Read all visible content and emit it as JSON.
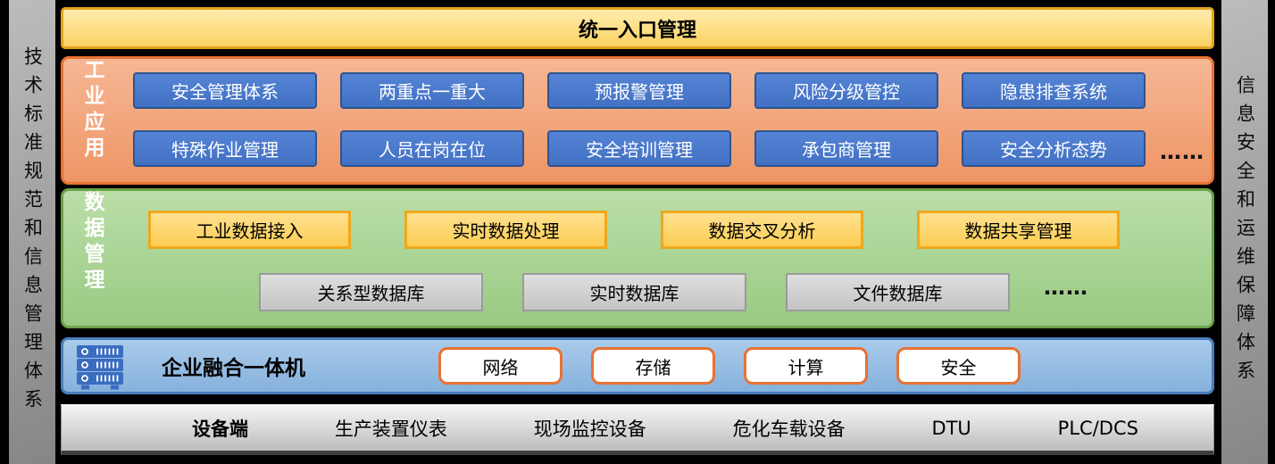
{
  "frame": {
    "left_pillar": "技术标准规范和信息管理体系",
    "right_pillar": "信息安全和运维保障体系"
  },
  "top_bar": {
    "label": "统一入口管理"
  },
  "industrial": {
    "label": "工业应用",
    "row1": [
      "安全管理体系",
      "两重点一重大",
      "预报警管理",
      "风险分级管控",
      "隐患排查系统"
    ],
    "row2": [
      "特殊作业管理",
      "人员在岗在位",
      "安全培训管理",
      "承包商管理",
      "安全分析态势"
    ],
    "ellipsis": "……"
  },
  "data_mgmt": {
    "label": "数据管理",
    "processes": [
      "工业数据接入",
      "实时数据处理",
      "数据交叉分析",
      "数据共享管理"
    ],
    "databases": [
      "关系型数据库",
      "实时数据库",
      "文件数据库"
    ],
    "ellipsis": "……"
  },
  "appliance": {
    "label": "企业融合一体机",
    "icon": "server-rack-icon",
    "capabilities": [
      "网络",
      "存储",
      "计算",
      "安全"
    ]
  },
  "devices": {
    "items": [
      "设备端",
      "生产装置仪表",
      "现场监控设备",
      "危化车载设备",
      "DTU",
      "PLC/DCS"
    ]
  },
  "colors": {
    "top_bar_fill": "#FBD162",
    "top_bar_border": "#E2A41F",
    "industrial_fill": "#F2A67D",
    "industrial_border": "#E97132",
    "app_button_fill": "#4472C4",
    "app_button_border": "#2F548F",
    "data_fill": "#A9D495",
    "data_border": "#6BA24A",
    "process_fill": "#FDD76F",
    "process_border": "#F1A71C",
    "database_fill": "#D2D2D2",
    "database_border": "#9B9B9B",
    "appliance_fill": "#98BEE3",
    "appliance_border": "#4A7DBD",
    "capability_border": "#E97132",
    "device_bar_fill": "#D9D9D9",
    "pillar_fill": "#A3A3A3"
  }
}
